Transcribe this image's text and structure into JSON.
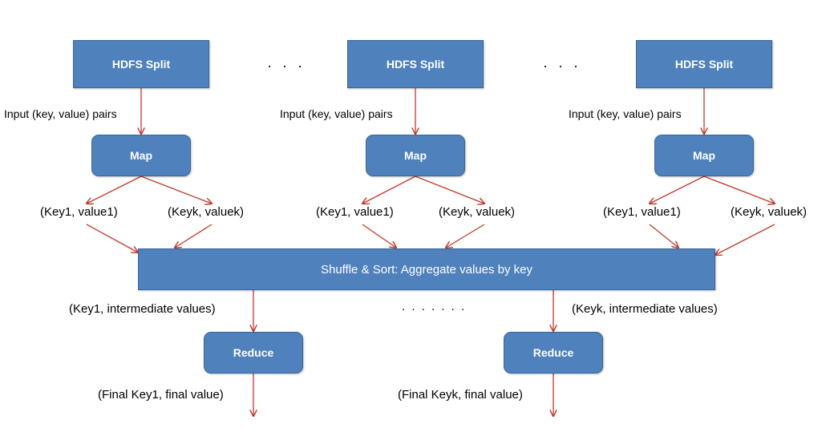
{
  "diagram": {
    "split_label": "HDFS Split",
    "map_label": "Map",
    "reduce_label": "Reduce",
    "shuffle_label": "Shuffle & Sort: Aggregate values by key",
    "input_pairs_label": "Input (key, value) pairs",
    "pair_first_label": "(Key1, value1)",
    "pair_last_label": "(Keyk, valuek)",
    "intermediate_first_label": "(Key1, intermediate values)",
    "intermediate_last_label": "(Keyk, intermediate values)",
    "final_first_label": "(Final Key1, final value)",
    "final_last_label": "(Final Keyk, final value)",
    "ellipsis_top": "· · ·",
    "ellipsis_middle": ". . . . . . .",
    "colors": {
      "box_fill": "#4f81bd",
      "box_border": "#3a6596",
      "arrow": "#c0392b"
    }
  }
}
